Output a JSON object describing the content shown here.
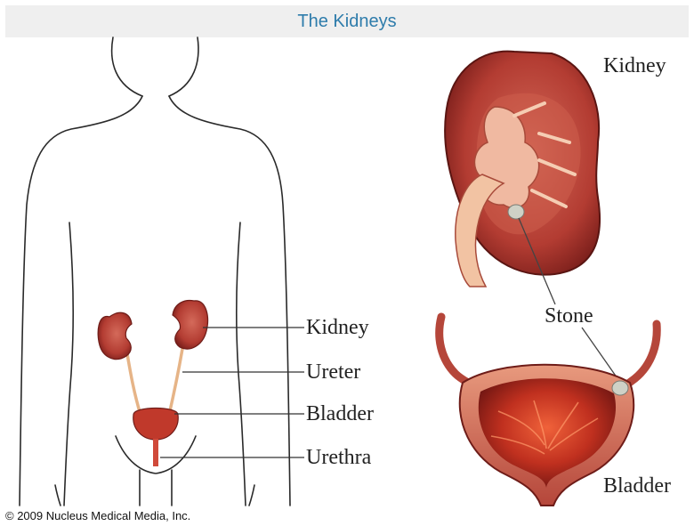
{
  "header": {
    "title": "The Kidneys"
  },
  "body_labels": {
    "kidney": "Kidney",
    "ureter": "Ureter",
    "bladder": "Bladder",
    "urethra": "Urethra"
  },
  "detail_labels": {
    "kidney": "Kidney",
    "stone": "Stone",
    "bladder": "Bladder"
  },
  "footer": {
    "credit": "© 2009 Nucleus Medical Media, Inc."
  },
  "colors": {
    "title": "#2e7cab",
    "title_bg": "#efefef",
    "organ": "#b8433a",
    "organ_dark": "#7c1f1c",
    "ureter": "#e6b487",
    "stone": "#cfd1c6"
  }
}
